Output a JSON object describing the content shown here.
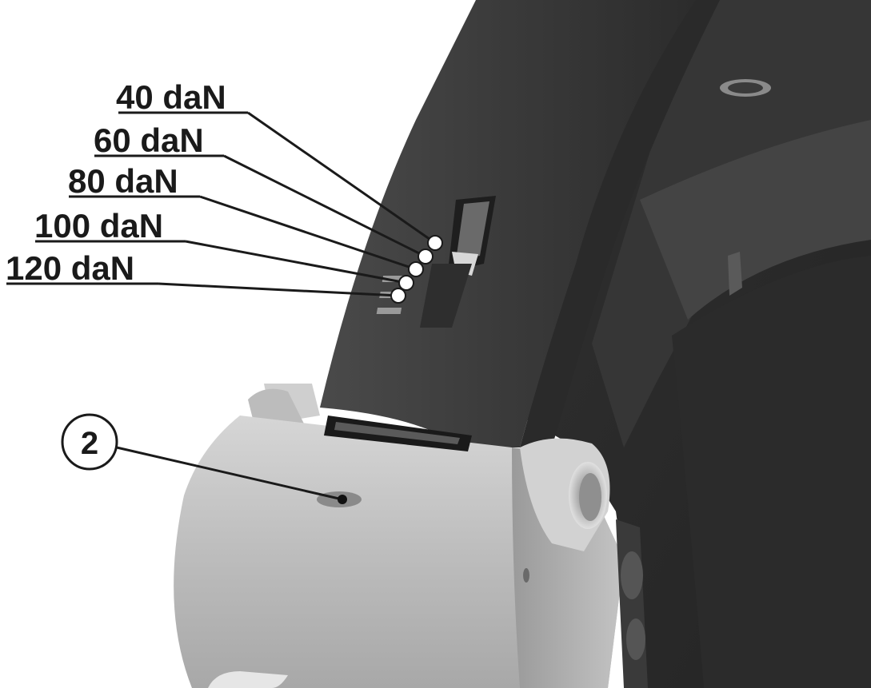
{
  "labels": {
    "force_40": "40 daN",
    "force_60": "60 daN",
    "force_80": "80 daN",
    "force_100": "100 daN",
    "force_120": "120 daN",
    "callout_2": "2"
  },
  "colors": {
    "background": "#ffffff",
    "dark_frame": "#3a3a3a",
    "darker_frame": "#2a2a2a",
    "light_part": "#c9c9c9",
    "leader_line": "#1a1a1a"
  }
}
